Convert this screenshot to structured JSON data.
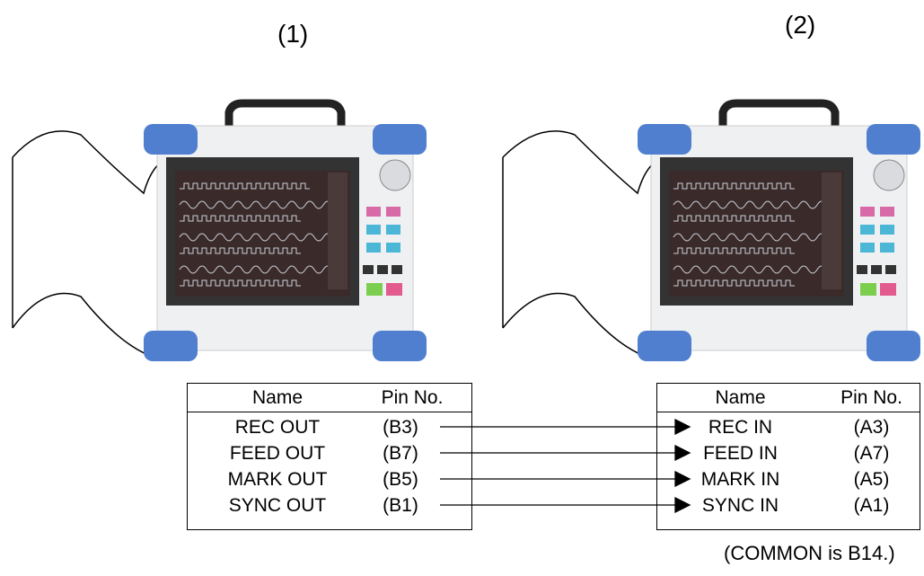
{
  "units": [
    {
      "label": "(1)"
    },
    {
      "label": "(2)"
    }
  ],
  "table_left": {
    "headers": {
      "name": "Name",
      "pin": "Pin No."
    },
    "rows": [
      {
        "name": "REC OUT",
        "pin": "(B3)"
      },
      {
        "name": "FEED OUT",
        "pin": "(B7)"
      },
      {
        "name": "MARK OUT",
        "pin": "(B5)"
      },
      {
        "name": "SYNC OUT",
        "pin": "(B1)"
      }
    ]
  },
  "table_right": {
    "headers": {
      "name": "Name",
      "pin": "Pin No."
    },
    "rows": [
      {
        "name": "REC IN",
        "pin": "(A3)"
      },
      {
        "name": "FEED IN",
        "pin": "(A7)"
      },
      {
        "name": "MARK IN",
        "pin": "(A5)"
      },
      {
        "name": "SYNC IN",
        "pin": "(A1)"
      }
    ]
  },
  "footnote": "(COMMON is B14.)",
  "colors": {
    "bumper": "#4f7fce",
    "screen": "#3b2a2a",
    "waveform": "#c8d0d8",
    "body": "#eef0f2"
  }
}
